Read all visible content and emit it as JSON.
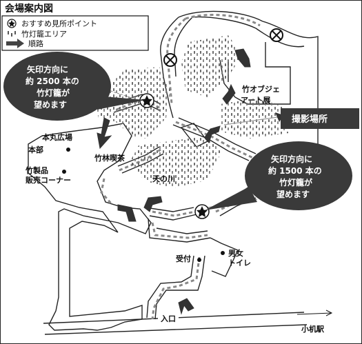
{
  "map": {
    "title": "会場案内図",
    "legend": {
      "highlight_label": "おすすめ見所ポイント",
      "lantern_label": "竹灯籠エリア",
      "route_label": "順路"
    },
    "callouts": {
      "left": [
        "矢印方向に",
        "約 2500 本の",
        "竹灯籠が",
        "望めます"
      ],
      "right": [
        "矢印方向に",
        "約 1500 本の",
        "竹灯籠が",
        "望めます"
      ]
    },
    "photo_spot": "撮影場所",
    "places": {
      "honmaru": "本丸広場",
      "honbu": "本部",
      "shop_line1": "竹製品",
      "shop_line2": "販売コーナー",
      "cafe": "竹林喫茶",
      "river": "天の川",
      "objet_line1": "竹オブジェ",
      "objet_line2": "アート展",
      "reception": "受付",
      "toilet_line1": "男女",
      "toilet_line2": "トイレ",
      "entrance": "入口",
      "station": "小机駅"
    },
    "icons": [
      "star-icon",
      "closed-icon",
      "route-arrow-icon",
      "lantern-dots-icon"
    ]
  }
}
